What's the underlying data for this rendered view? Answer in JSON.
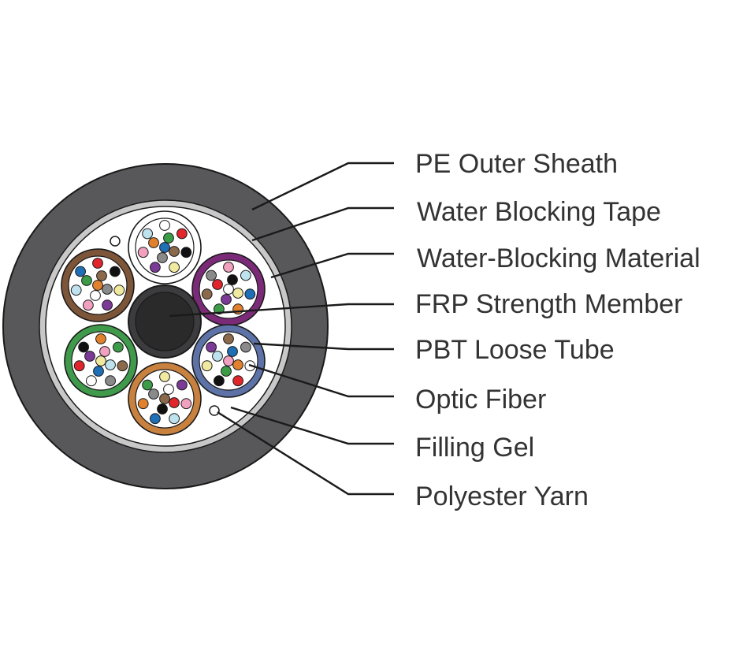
{
  "labels": {
    "pe_outer_sheath": "PE Outer Sheath",
    "water_blocking_tape": "Water Blocking Tape",
    "water_blocking_material": "Water-Blocking Material",
    "frp_strength_member": "FRP Strength Member",
    "pbt_loose_tube": "PBT Loose Tube",
    "optic_fiber": "Optic Fiber",
    "filling_gel": "Filling Gel",
    "polyester_yarn": "Polyester Yarn"
  },
  "colors": {
    "sheath": "#58585b",
    "tape": "#c8c8c8",
    "fill": "#ffffff",
    "frp_outer": "#3c3c3e",
    "frp_inner": "#2a2a2b",
    "outline": "#1a1a1a",
    "text": "#333333"
  },
  "loose_tubes": [
    {
      "name": "white-tube",
      "tube_color": "#ffffff"
    },
    {
      "name": "purple-tube",
      "tube_color": "#7b2a78"
    },
    {
      "name": "blue-tube",
      "tube_color": "#5d73a8"
    },
    {
      "name": "orange-tube",
      "tube_color": "#c9813f"
    },
    {
      "name": "green-tube",
      "tube_color": "#3f9a4b"
    },
    {
      "name": "brown-tube",
      "tube_color": "#7d5538"
    }
  ],
  "fiber_colors": [
    "#1f6fb6",
    "#e2812d",
    "#3b9b47",
    "#8a6a4a",
    "#8a8a8a",
    "#ffffff",
    "#e0262b",
    "#111111",
    "#f0e9a0",
    "#7a3a96",
    "#f2a0c0",
    "#bfe3ee"
  ]
}
